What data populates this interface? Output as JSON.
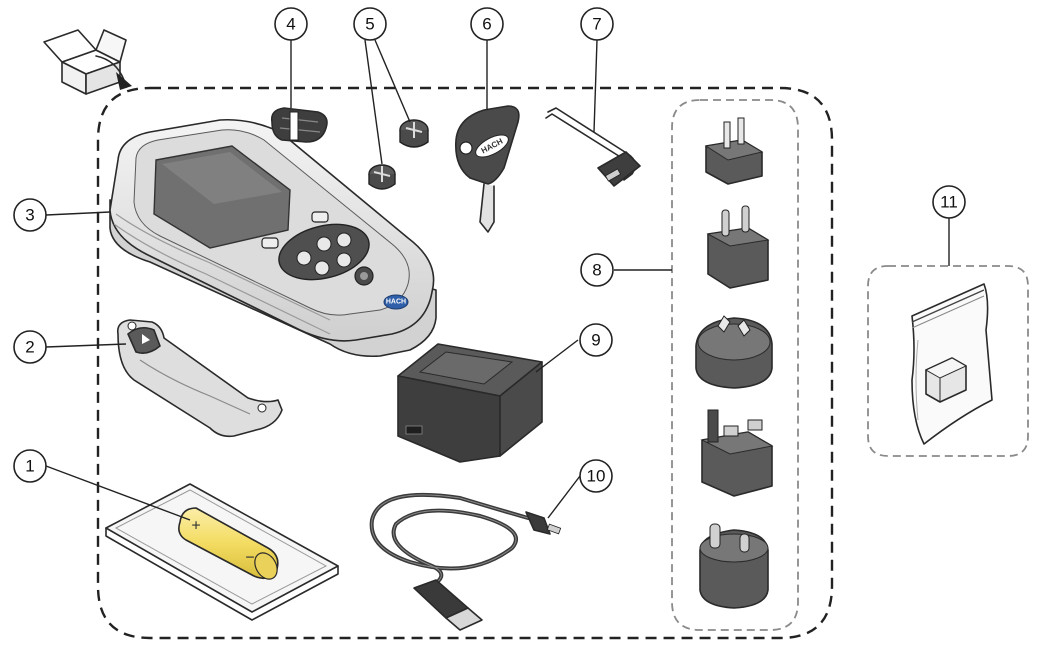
{
  "callouts": [
    {
      "number": "1",
      "item": "battery"
    },
    {
      "number": "2",
      "item": "battery-cover"
    },
    {
      "number": "3",
      "item": "meter"
    },
    {
      "number": "4",
      "item": "lanyard"
    },
    {
      "number": "5",
      "item": "screws"
    },
    {
      "number": "6",
      "item": "key-screwdriver"
    },
    {
      "number": "7",
      "item": "usb-cover"
    },
    {
      "number": "8",
      "item": "plug-adapters"
    },
    {
      "number": "9",
      "item": "power-adapter"
    },
    {
      "number": "10",
      "item": "usb-cable"
    },
    {
      "number": "11",
      "item": "accessory-bag"
    }
  ],
  "brand_logo": "HACH",
  "battery_marks": {
    "positive": "+",
    "negative": "−"
  },
  "colors": {
    "outline": "#2a2a2a",
    "device_body": "#e9e9e9",
    "device_dark": "#4a4a4a",
    "screen": "#6e6e6e",
    "battery": "#f6e27a",
    "logo_blue": "#2f5fa8",
    "plug": "#5a5a5a"
  }
}
